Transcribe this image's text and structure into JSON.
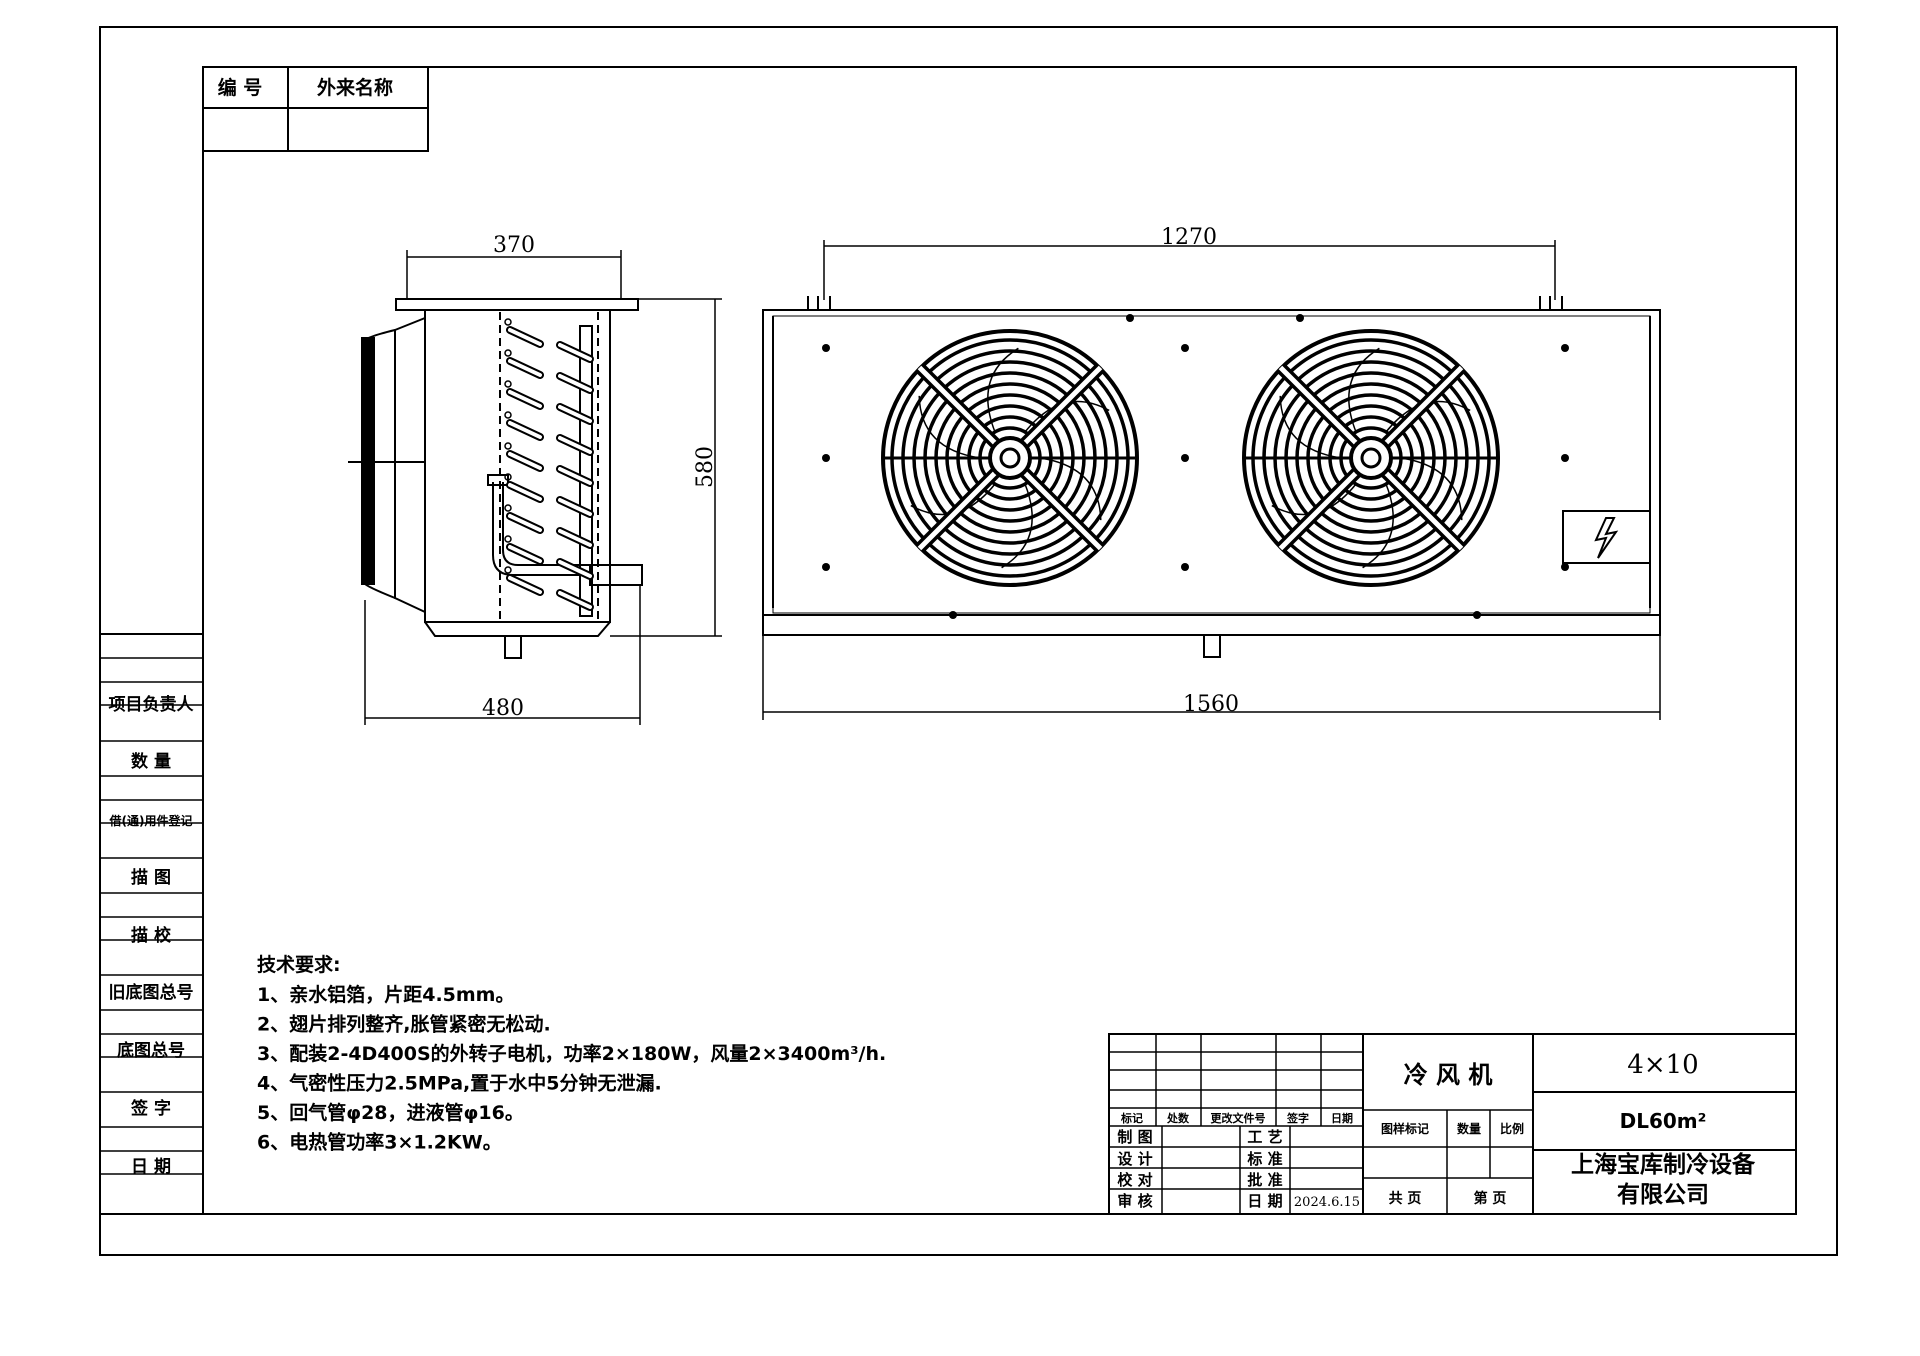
{
  "top_table": {
    "col1": "编 号",
    "col2": "外来名称"
  },
  "left_strip": [
    "项目负责人",
    "数 量",
    "借(通)用件登记",
    "描 图",
    "描 校",
    "旧底图总号",
    "底图总号",
    "签 字",
    "日 期"
  ],
  "dimensions": {
    "side_width_top": "370",
    "side_height": "580",
    "side_width_bottom": "480",
    "front_top": "1270",
    "front_bottom": "1560"
  },
  "notes": {
    "title": "技术要求:",
    "items": [
      "1、亲水铝箔，片距4.5mm。",
      "2、翅片排列整齐,胀管紧密无松动.",
      "3、配装2-4D400S的外转子电机，功率2×180W，风量2×3400m³/h.",
      "4、气密性压力2.5MPa,置于水中5分钟无泄漏.",
      "5、回气管φ28，进液管φ16。",
      "6、电热管功率3×1.2KW。"
    ]
  },
  "title_block": {
    "rev_headers": [
      "标记",
      "处数",
      "更改文件号",
      "签字",
      "日期"
    ],
    "rows": [
      {
        "left": "制 图",
        "mid": "工 艺"
      },
      {
        "left": "设 计",
        "mid": "标 准"
      },
      {
        "left": "校 对",
        "mid": "批 准"
      },
      {
        "left": "审 核",
        "mid": "日 期",
        "date": "2024.6.15"
      }
    ],
    "product_name": "冷 风 机",
    "spec": "4×10",
    "model": "DL60m²",
    "mark_headers": [
      "图样标记",
      "数量",
      "比例"
    ],
    "sheet_total": "共  页",
    "sheet_num": "第  页",
    "company_line1": "上海宝库制冷设备",
    "company_line2": "有限公司"
  },
  "icons": [
    "fan-icon",
    "high-voltage-icon"
  ]
}
